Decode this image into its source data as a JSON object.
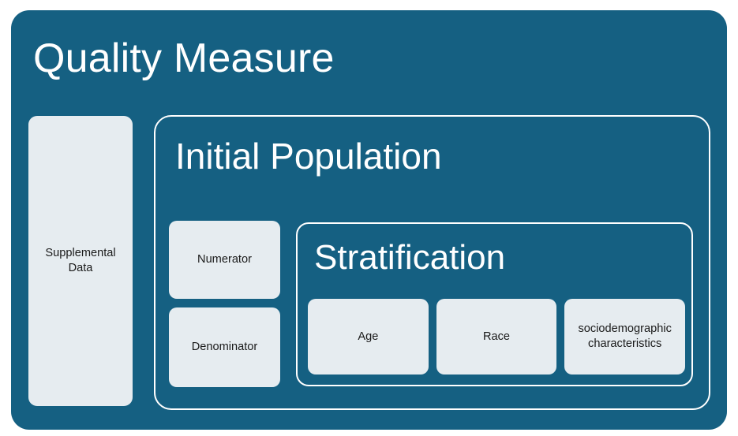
{
  "diagram": {
    "title": "Quality Measure",
    "colors": {
      "container_fill": "#156082",
      "box_fill": "#E6ECF0",
      "outline": "#FFFFFF",
      "title_text": "#FFFFFF",
      "box_text": "#1A1A1A",
      "page_background": "#FFFFFF"
    },
    "supplemental_data": {
      "label": "Supplemental\nData"
    },
    "initial_population": {
      "title": "Initial Population",
      "measure_boxes": [
        {
          "label": "Numerator"
        },
        {
          "label": "Denominator"
        }
      ],
      "stratification": {
        "title": "Stratification",
        "items": [
          {
            "label": "Age"
          },
          {
            "label": "Race"
          },
          {
            "label": "sociodemographic\ncharacteristics"
          }
        ]
      }
    }
  }
}
